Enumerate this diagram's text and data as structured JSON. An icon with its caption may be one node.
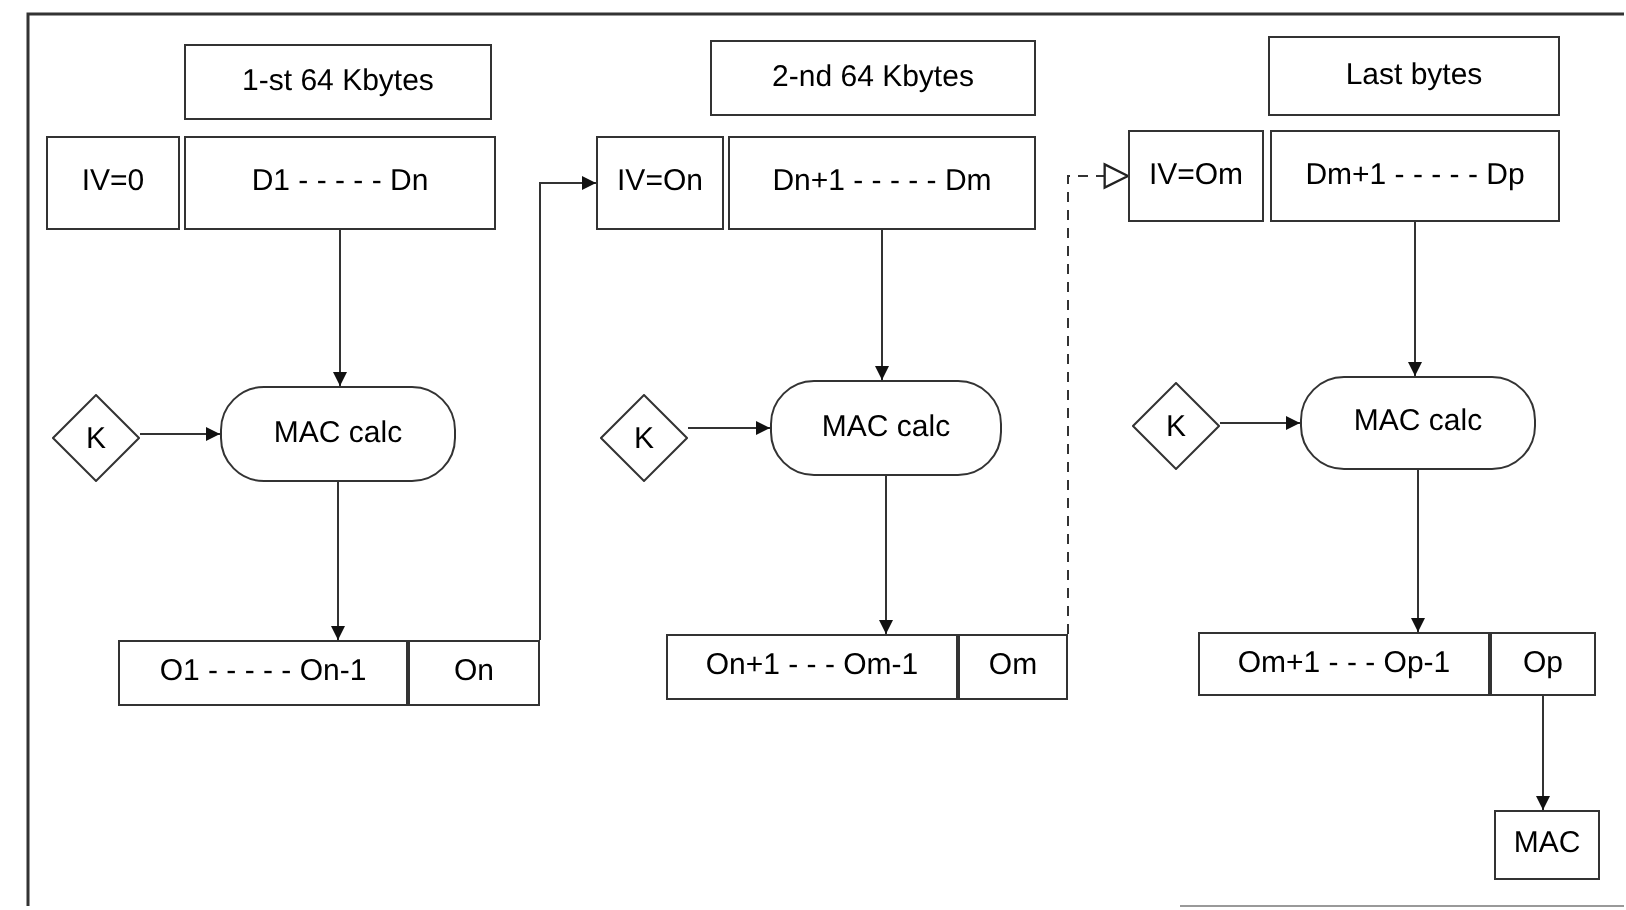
{
  "diagram": {
    "nodes": [
      {
        "text": [
          "1-st 64 Kbytes"
        ]
      },
      {
        "text": [
          "IV=0"
        ]
      },
      {
        "text": [
          "D1 - - - - - Dn"
        ]
      },
      {
        "text": [
          "K"
        ]
      },
      {
        "text": [
          "MAC calc"
        ]
      },
      {
        "text": [
          "O1 - - - - - On-1"
        ]
      },
      {
        "text": [
          "On"
        ]
      },
      {
        "text": [
          "2-nd 64 Kbytes"
        ]
      },
      {
        "text": [
          "IV=On"
        ]
      },
      {
        "text": [
          "Dn+1 - - - - - Dm"
        ]
      },
      {
        "text": [
          "K"
        ]
      },
      {
        "text": [
          "MAC calc"
        ]
      },
      {
        "text": [
          "On+1 - - - Om-1"
        ]
      },
      {
        "text": [
          "Om"
        ]
      },
      {
        "text": [
          "Last bytes"
        ]
      },
      {
        "text": [
          "IV=Om"
        ]
      },
      {
        "text": [
          "Dm+1 - - - - - Dp"
        ]
      },
      {
        "text": [
          "K"
        ]
      },
      {
        "text": [
          "MAC calc"
        ]
      },
      {
        "text": [
          "Om+1 - - - Op-1"
        ]
      },
      {
        "text": [
          "Op"
        ]
      },
      {
        "text": [
          "MAC"
        ]
      }
    ],
    "edges": [
      {
        "from": 2,
        "to": 4,
        "arrow": "to"
      },
      {
        "from": 3,
        "to": 4,
        "arrow": "to"
      },
      {
        "from": 4,
        "to": 5,
        "arrow": "to"
      },
      {
        "from": 6,
        "to": 8,
        "arrow": "to"
      },
      {
        "from": 9,
        "to": 11,
        "arrow": "to"
      },
      {
        "from": 10,
        "to": 11,
        "arrow": "to"
      },
      {
        "from": 11,
        "to": 12,
        "arrow": "to"
      },
      {
        "from": 13,
        "to": 15,
        "arrow": "to",
        "style": "dashed"
      },
      {
        "from": 16,
        "to": 18,
        "arrow": "to"
      },
      {
        "from": 17,
        "to": 18,
        "arrow": "to"
      },
      {
        "from": 18,
        "to": 19,
        "arrow": "to"
      },
      {
        "from": 20,
        "to": 21,
        "arrow": "to"
      }
    ]
  }
}
